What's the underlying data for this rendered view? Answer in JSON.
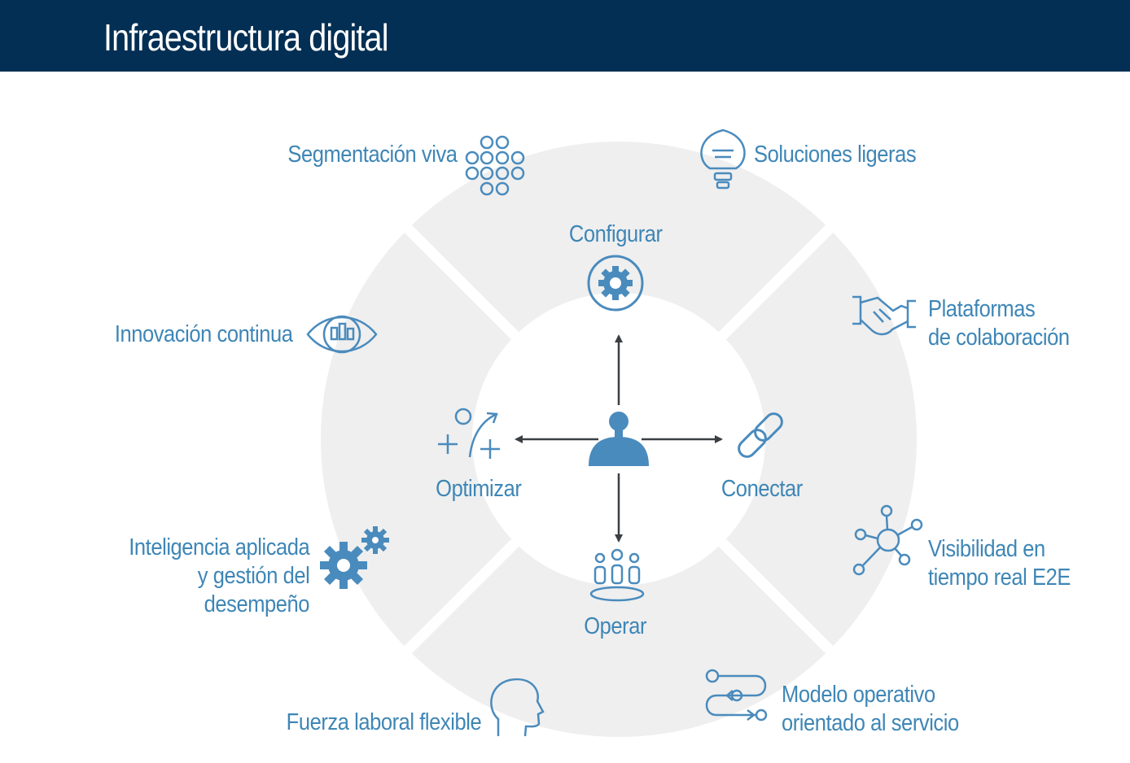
{
  "header": {
    "title": "Infraestructura digital"
  },
  "colors": {
    "header_bg": "#042f54",
    "accent": "#3e86b6",
    "ring": "#efefef",
    "arrow": "#3a3f44",
    "center_figure": "#4a8bbd"
  },
  "center": {
    "actions": {
      "top": "Configurar",
      "left": "Optimizar",
      "right": "Conectar",
      "bottom": "Operar"
    },
    "icons": {
      "top": "gear-icon",
      "left": "optimize-icon",
      "right": "link-icon",
      "bottom": "team-icon",
      "center": "person-icon"
    }
  },
  "outer": {
    "segmentacion": {
      "label": "Segmentación viva",
      "icon": "cell-cluster-icon"
    },
    "soluciones": {
      "label": "Soluciones ligeras",
      "icon": "lightbulb-icon"
    },
    "innovacion": {
      "label": "Innovación continua",
      "icon": "eye-chart-icon"
    },
    "plataformas": {
      "line1": "Plataformas",
      "line2": "de colaboración",
      "icon": "handshake-icon"
    },
    "inteligencia": {
      "line1": "Inteligencia aplicada",
      "line2": "y gestión del",
      "line3": "desempeño",
      "icon": "gears-icon"
    },
    "visibilidad": {
      "line1": "Visibilidad en",
      "line2": "tiempo real E2E",
      "icon": "network-icon"
    },
    "fuerza": {
      "label": "Fuerza laboral flexible",
      "icon": "head-profile-icon"
    },
    "modelo": {
      "line1": "Modelo operativo",
      "line2": "orientado al servicio",
      "icon": "flow-icon"
    }
  }
}
